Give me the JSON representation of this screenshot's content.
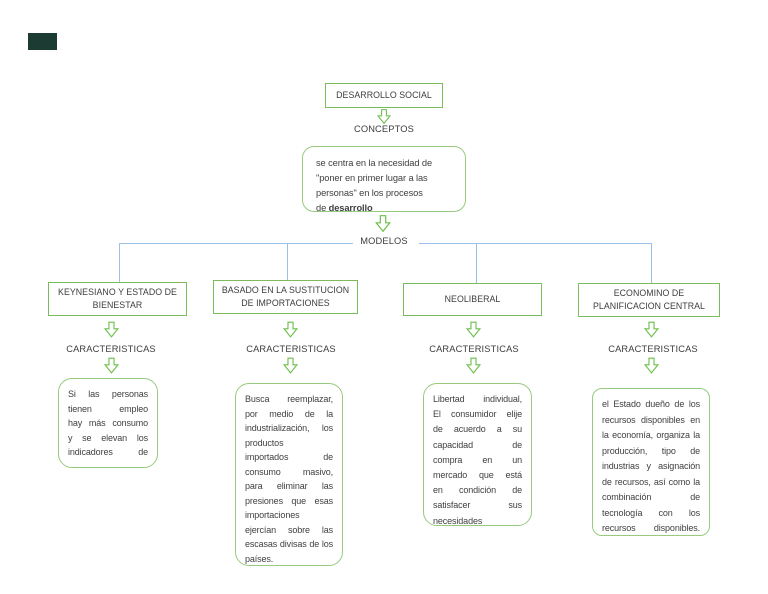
{
  "root": {
    "title": "DESARROLLO SOCIAL"
  },
  "conceptos_label": "CONCEPTOS",
  "modelos_label": "MODELOS",
  "concept_box": {
    "line1": "se centra en la necesidad de",
    "line2": "\"poner en primer lugar a las",
    "line3": "personas\" en los procesos",
    "line4_prefix": "de ",
    "line4_bold": "desarrollo"
  },
  "columns": [
    {
      "title": "KEYNESIANO Y ESTADO DE\nBIENESTAR",
      "caracteristicas_label": "CARACTERISTICAS",
      "description": "Si las personas\ntienen empleo\nhay más consumo\ny se elevan los\nindicadores de"
    },
    {
      "title": "BASADO EN LA SUSTITUCION\nDE IMPORTACIONES",
      "caracteristicas_label": "CARACTERISTICAS",
      "description": "Busca reemplazar,\npor medio de la\nindustrialización, los\nproductos\nimportados de\nconsumo masivo,\npara eliminar las\npresiones que esas\nimportaciones\nejercían sobre las\nescasas divisas de los\npaíses."
    },
    {
      "title": "NEOLIBERAL",
      "caracteristicas_label": "CARACTERISTICAS",
      "description": "Libertad individual,\nEl consumidor elije\nde acuerdo a su\ncapacidad de\ncompra en un\nmercado que está\nen condición de\nsatisfacer sus\nnecesidades"
    },
    {
      "title": "ECONOMINO DE\nPLANIFICACION CENTRAL",
      "caracteristicas_label": "CARACTERISTICAS",
      "description": "el Estado dueño de los\nrecursos disponibles en\nla economía, organiza la\nproducción, tipo de\nindustrias y asignación\nde recursos, así como la\ncombinación de\ntecnología con los\nrecursos disponibles."
    }
  ],
  "colors": {
    "box_border": "#7cbb59",
    "rounded_border": "#98cb7d",
    "arrow": "#6cbf4a",
    "connector": "#9bbfe6",
    "text": "#3d3d3d",
    "shape_fill": "#1c3b33"
  }
}
